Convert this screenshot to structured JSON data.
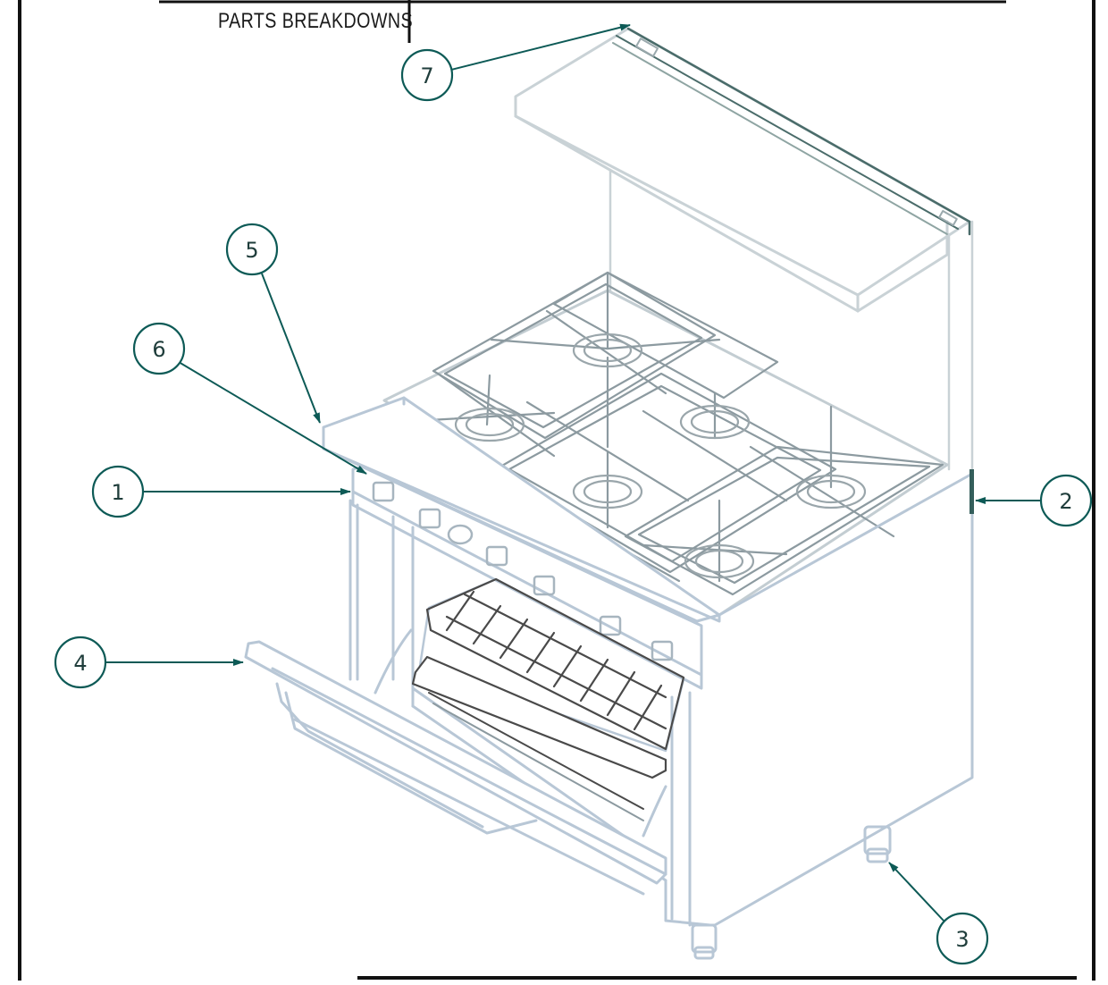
{
  "header": {
    "title": "PARTS BREAKDOWNS"
  },
  "callouts": [
    {
      "id": "1",
      "label": "1"
    },
    {
      "id": "2",
      "label": "2"
    },
    {
      "id": "3",
      "label": "3"
    },
    {
      "id": "4",
      "label": "4"
    },
    {
      "id": "5",
      "label": "5"
    },
    {
      "id": "6",
      "label": "6"
    },
    {
      "id": "7",
      "label": "7"
    }
  ],
  "colors": {
    "callout": "#0d5a56",
    "drawing": "#b8c7d6",
    "drawing_dark": "#6e7f8c",
    "frame": "#111111"
  }
}
